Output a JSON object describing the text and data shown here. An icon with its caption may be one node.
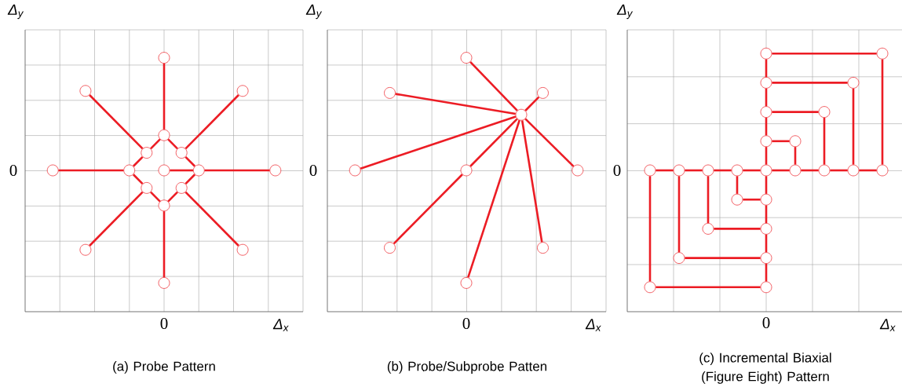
{
  "diagram": {
    "nodes": [
      {
        "text": [],
        "shape": "circle"
      },
      {
        "text": [],
        "shape": "circle"
      },
      {
        "text": [],
        "shape": "circle"
      },
      {
        "text": [],
        "shape": "circle"
      },
      {
        "text": [],
        "shape": "circle"
      },
      {
        "text": [],
        "shape": "circle"
      },
      {
        "text": [],
        "shape": "circle"
      },
      {
        "text": [],
        "shape": "circle"
      },
      {
        "text": [],
        "shape": "circle"
      },
      {
        "text": [],
        "shape": "circle"
      },
      {
        "text": [],
        "shape": "circle"
      },
      {
        "text": [],
        "shape": "circle"
      },
      {
        "text": [],
        "shape": "circle"
      },
      {
        "text": [],
        "shape": "circle"
      },
      {
        "text": [],
        "shape": "circle"
      },
      {
        "text": [],
        "shape": "circle"
      },
      {
        "text": [],
        "shape": "circle"
      },
      {
        "text": [],
        "shape": "circle"
      },
      {
        "text": [],
        "shape": "circle"
      },
      {
        "text": [],
        "shape": "circle"
      },
      {
        "text": [],
        "shape": "circle"
      },
      {
        "text": [],
        "shape": "circle"
      },
      {
        "text": [],
        "shape": "circle"
      },
      {
        "text": [],
        "shape": "circle"
      },
      {
        "text": [],
        "shape": "circle"
      },
      {
        "text": [],
        "shape": "circle"
      },
      {
        "text": [],
        "shape": "circle"
      },
      {
        "text": [],
        "shape": "circle"
      },
      {
        "text": [],
        "shape": "circle"
      },
      {
        "text": [],
        "shape": "circle"
      },
      {
        "text": [],
        "shape": "circle"
      },
      {
        "text": [],
        "shape": "circle"
      },
      {
        "text": [],
        "shape": "circle"
      },
      {
        "text": [],
        "shape": "circle"
      },
      {
        "text": [],
        "shape": "circle"
      },
      {
        "text": [],
        "shape": "circle"
      },
      {
        "text": [],
        "shape": "circle"
      },
      {
        "text": [],
        "shape": "circle"
      },
      {
        "text": [],
        "shape": "circle"
      },
      {
        "text": [],
        "shape": "circle"
      },
      {
        "text": [],
        "shape": "circle"
      },
      {
        "text": [],
        "shape": "circle"
      },
      {
        "text": [],
        "shape": "circle"
      },
      {
        "text": [],
        "shape": "circle"
      },
      {
        "text": [],
        "shape": "circle"
      },
      {
        "text": [],
        "shape": "circle"
      },
      {
        "text": [],
        "shape": "circle"
      },
      {
        "text": [],
        "shape": "circle"
      },
      {
        "text": [],
        "shape": "circle"
      },
      {
        "text": [],
        "shape": "circle"
      },
      {
        "text": [],
        "shape": "circle"
      },
      {
        "text": [],
        "shape": "circle"
      }
    ],
    "edges": [
      {
        "from": 0,
        "to": 3,
        "arrow": "none"
      },
      {
        "from": 3,
        "to": 4,
        "arrow": "none"
      },
      {
        "from": 3,
        "to": 5,
        "arrow": "none"
      },
      {
        "from": 1,
        "to": 4,
        "arrow": "none"
      },
      {
        "from": 2,
        "to": 5,
        "arrow": "none"
      },
      {
        "from": 6,
        "to": 7,
        "arrow": "none"
      },
      {
        "from": 4,
        "to": 7,
        "arrow": "none"
      },
      {
        "from": 5,
        "to": 9,
        "arrow": "none"
      },
      {
        "from": 8,
        "to": 9,
        "arrow": "none"
      },
      {
        "from": 9,
        "to": 10,
        "arrow": "none"
      },
      {
        "from": 7,
        "to": 11,
        "arrow": "none"
      },
      {
        "from": 9,
        "to": 12,
        "arrow": "none"
      },
      {
        "from": 11,
        "to": 13,
        "arrow": "none"
      },
      {
        "from": 12,
        "to": 13,
        "arrow": "none"
      },
      {
        "from": 11,
        "to": 14,
        "arrow": "none"
      },
      {
        "from": 12,
        "to": 15,
        "arrow": "none"
      },
      {
        "from": 13,
        "to": 16,
        "arrow": "none"
      },
      {
        "from": 20,
        "to": 17,
        "arrow": "none"
      },
      {
        "from": 20,
        "to": 18,
        "arrow": "none"
      },
      {
        "from": 20,
        "to": 19,
        "arrow": "none"
      },
      {
        "from": 20,
        "to": 21,
        "arrow": "none"
      },
      {
        "from": 20,
        "to": 22,
        "arrow": "none"
      },
      {
        "from": 20,
        "to": 23,
        "arrow": "none"
      },
      {
        "from": 20,
        "to": 25,
        "arrow": "none"
      },
      {
        "from": 20,
        "to": 26,
        "arrow": "none"
      },
      {
        "from": 22,
        "to": 24,
        "arrow": "none"
      },
      {
        "from": 35,
        "to": 36,
        "arrow": "none"
      },
      {
        "from": 36,
        "to": 37,
        "arrow": "none"
      },
      {
        "from": 37,
        "to": 38,
        "arrow": "none"
      },
      {
        "from": 38,
        "to": 39,
        "arrow": "none"
      },
      {
        "from": 39,
        "to": 40,
        "arrow": "none"
      },
      {
        "from": 40,
        "to": 41,
        "arrow": "none"
      },
      {
        "from": 41,
        "to": 42,
        "arrow": "none"
      },
      {
        "from": 42,
        "to": 43,
        "arrow": "none"
      },
      {
        "from": 27,
        "to": 29,
        "arrow": "none"
      },
      {
        "from": 29,
        "to": 31,
        "arrow": "none"
      },
      {
        "from": 31,
        "to": 33,
        "arrow": "none"
      },
      {
        "from": 33,
        "to": 39,
        "arrow": "none"
      },
      {
        "from": 39,
        "to": 45,
        "arrow": "none"
      },
      {
        "from": 45,
        "to": 47,
        "arrow": "none"
      },
      {
        "from": 47,
        "to": 49,
        "arrow": "none"
      },
      {
        "from": 49,
        "to": 51,
        "arrow": "none"
      },
      {
        "from": 27,
        "to": 28,
        "arrow": "none"
      },
      {
        "from": 28,
        "to": 43,
        "arrow": "none"
      },
      {
        "from": 29,
        "to": 30,
        "arrow": "none"
      },
      {
        "from": 30,
        "to": 42,
        "arrow": "none"
      },
      {
        "from": 31,
        "to": 32,
        "arrow": "none"
      },
      {
        "from": 32,
        "to": 41,
        "arrow": "none"
      },
      {
        "from": 33,
        "to": 34,
        "arrow": "none"
      },
      {
        "from": 34,
        "to": 40,
        "arrow": "none"
      },
      {
        "from": 45,
        "to": 44,
        "arrow": "none"
      },
      {
        "from": 44,
        "to": 38,
        "arrow": "none"
      },
      {
        "from": 47,
        "to": 46,
        "arrow": "none"
      },
      {
        "from": 46,
        "to": 37,
        "arrow": "none"
      },
      {
        "from": 49,
        "to": 48,
        "arrow": "none"
      },
      {
        "from": 48,
        "to": 36,
        "arrow": "none"
      },
      {
        "from": 51,
        "to": 50,
        "arrow": "none"
      },
      {
        "from": 50,
        "to": 35,
        "arrow": "none"
      }
    ],
    "labels": [
      "Δ$_{y}$",
      "Δ$_{y}$",
      "Δ$_{y}$",
      "0",
      "0",
      "0",
      "0",
      "Δ$_{x}$",
      "0",
      "Δ$_{x}$",
      "0",
      "Δ$_{x}$",
      "(a) Probe Pattern",
      "(b) Probe/Subprobe Patten",
      "(c) Incremental Biaxial (Figure Eight) Pattern"
    ]
  }
}
